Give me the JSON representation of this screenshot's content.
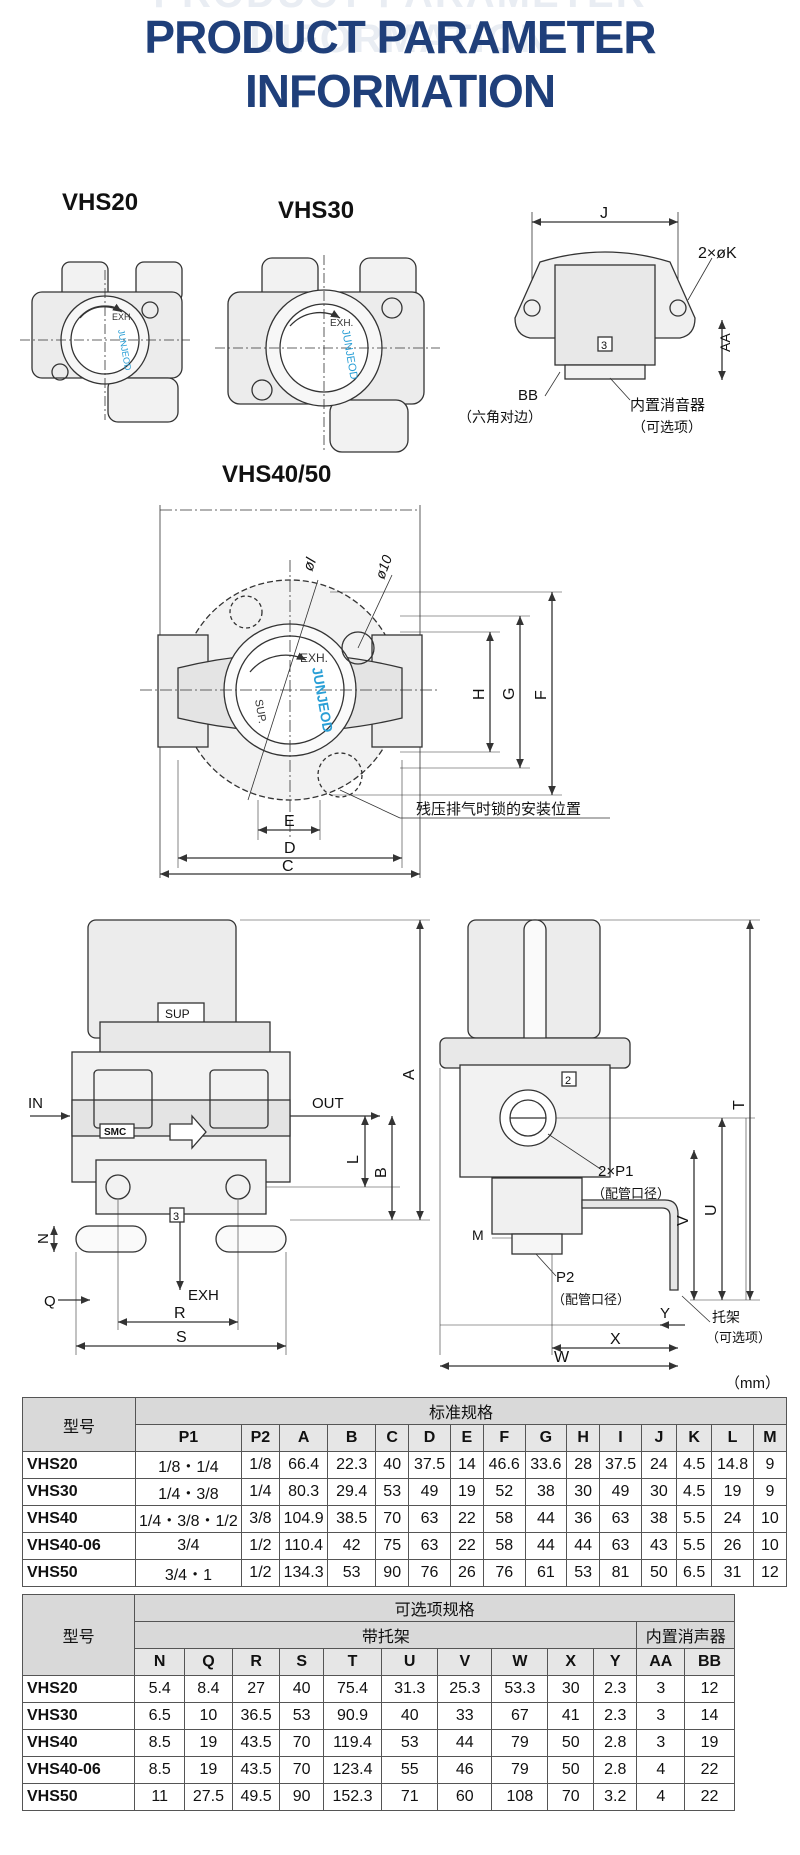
{
  "header": {
    "ghost_text": "PRODUCT PARAMETER INFORMATION",
    "title": "PRODUCT PARAMETER INFORMATION"
  },
  "colors": {
    "title": "#1f3f7a",
    "logo": "#2a9fd6"
  },
  "drawings": {
    "vhs20_label": "VHS20",
    "vhs30_label": "VHS30",
    "vhs4050_label": "VHS40/50",
    "exh": "EXH.",
    "sup": "SUP.",
    "logo_text": "JUNJEOD",
    "dim_J": "J",
    "dim_K": "2×øK",
    "dim_AA": "AA",
    "dim_BB": "BB",
    "hex_note": "（六角对边）",
    "silencer_note": "内置消音器",
    "optional_note": "（可选项）",
    "dim_l": "øl",
    "dim_10": "ø10",
    "dim_H": "H",
    "dim_G": "G",
    "dim_F": "F",
    "dim_E": "E",
    "dim_D": "D",
    "dim_C": "C",
    "lock_note": "残压排气时锁的安装位置",
    "sup_box": "SUP",
    "in_label": "IN",
    "out_label": "OUT",
    "smc_label": "SMC",
    "dim_A": "A",
    "dim_L": "L",
    "dim_B": "B",
    "dim_N": "N",
    "dim_Q": "Q",
    "exh_label": "EXH",
    "dim_R": "R",
    "dim_S": "S",
    "port_3": "3",
    "port_2": "2",
    "dim_T": "T",
    "dim_P1": "2×P1",
    "pipe_note": "（配管口径）",
    "dim_V": "V",
    "dim_U": "U",
    "dim_M": "M",
    "dim_P2": "P2",
    "dim_Y": "Y",
    "dim_X": "X",
    "dim_W": "W",
    "bracket_note": "托架",
    "bracket_opt": "（可选项）"
  },
  "unit": "（mm）",
  "table1": {
    "model_header": "型号",
    "group_header": "标准规格",
    "columns": [
      "P1",
      "P2",
      "A",
      "B",
      "C",
      "D",
      "E",
      "F",
      "G",
      "H",
      "I",
      "J",
      "K",
      "L",
      "M"
    ],
    "rows": [
      {
        "model": "VHS20",
        "cells": [
          "1/8・1/4",
          "1/8",
          "66.4",
          "22.3",
          "40",
          "37.5",
          "14",
          "46.6",
          "33.6",
          "28",
          "37.5",
          "24",
          "4.5",
          "14.8",
          "9"
        ]
      },
      {
        "model": "VHS30",
        "cells": [
          "1/4・3/8",
          "1/4",
          "80.3",
          "29.4",
          "53",
          "49",
          "19",
          "52",
          "38",
          "30",
          "49",
          "30",
          "4.5",
          "19",
          "9"
        ]
      },
      {
        "model": "VHS40",
        "cells": [
          "1/4・3/8・1/2",
          "3/8",
          "104.9",
          "38.5",
          "70",
          "63",
          "22",
          "58",
          "44",
          "36",
          "63",
          "38",
          "5.5",
          "24",
          "10"
        ]
      },
      {
        "model": "VHS40-06",
        "cells": [
          "3/4",
          "1/2",
          "110.4",
          "42",
          "75",
          "63",
          "22",
          "58",
          "44",
          "44",
          "63",
          "43",
          "5.5",
          "26",
          "10"
        ]
      },
      {
        "model": "VHS50",
        "cells": [
          "3/4・1",
          "1/2",
          "134.3",
          "53",
          "90",
          "76",
          "26",
          "76",
          "61",
          "53",
          "81",
          "50",
          "6.5",
          "31",
          "12"
        ]
      }
    ]
  },
  "table2": {
    "model_header": "型号",
    "group_header": "可选项规格",
    "sub_bracket": "带托架",
    "sub_silencer": "内置消声器",
    "columns": [
      "N",
      "Q",
      "R",
      "S",
      "T",
      "U",
      "V",
      "W",
      "X",
      "Y",
      "AA",
      "BB"
    ],
    "rows": [
      {
        "model": "VHS20",
        "cells": [
          "5.4",
          "8.4",
          "27",
          "40",
          "75.4",
          "31.3",
          "25.3",
          "53.3",
          "30",
          "2.3",
          "3",
          "12"
        ]
      },
      {
        "model": "VHS30",
        "cells": [
          "6.5",
          "10",
          "36.5",
          "53",
          "90.9",
          "40",
          "33",
          "67",
          "41",
          "2.3",
          "3",
          "14"
        ]
      },
      {
        "model": "VHS40",
        "cells": [
          "8.5",
          "19",
          "43.5",
          "70",
          "119.4",
          "53",
          "44",
          "79",
          "50",
          "2.8",
          "3",
          "19"
        ]
      },
      {
        "model": "VHS40-06",
        "cells": [
          "8.5",
          "19",
          "43.5",
          "70",
          "123.4",
          "55",
          "46",
          "79",
          "50",
          "2.8",
          "4",
          "22"
        ]
      },
      {
        "model": "VHS50",
        "cells": [
          "11",
          "27.5",
          "49.5",
          "90",
          "152.3",
          "71",
          "60",
          "108",
          "70",
          "3.2",
          "4",
          "22"
        ]
      }
    ]
  }
}
